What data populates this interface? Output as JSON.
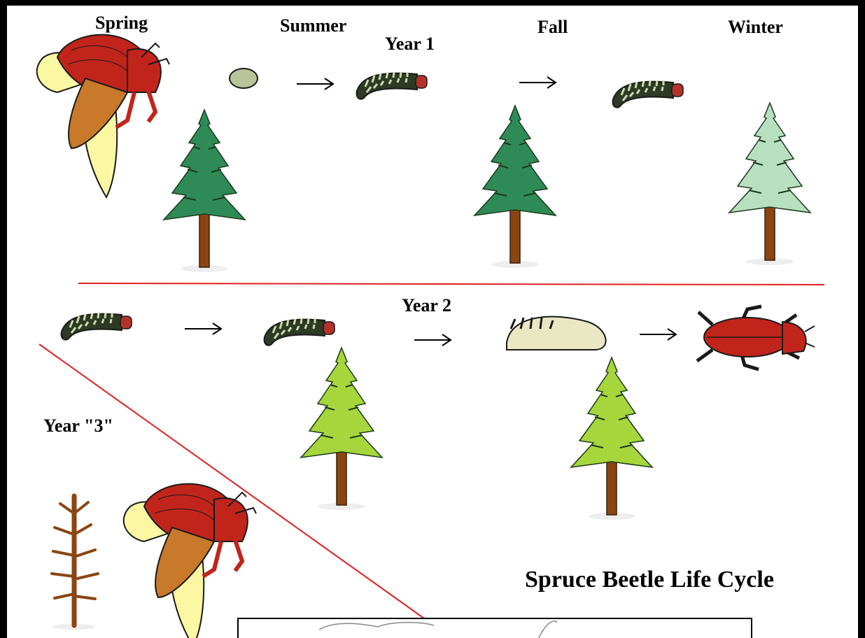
{
  "seasons": {
    "spring": "Spring",
    "summer": "Summer",
    "fall": "Fall",
    "winter": "Winter"
  },
  "years": {
    "year1": "Year 1",
    "year2": "Year 2",
    "year3": "Year \"3\""
  },
  "title": "Spruce Beetle Life Cycle",
  "colors": {
    "background": "#000000",
    "panel": "#ffffff",
    "divider": "#e02020",
    "beetle_red": "#c0241b",
    "wing_yellow": "#fbf7a3",
    "larva_dark": "#2e3a24",
    "larva_light": "#cfd9b0",
    "larva_head": "#b5322a",
    "tree_green": "#2e8b57",
    "tree_light_green": "#a6d63b",
    "trunk_brown": "#8b4513",
    "snow": "#ffffff"
  },
  "icons": {
    "arrow": "right-arrow-icon",
    "flying_beetle": "flying-beetle-icon",
    "crawling_beetle": "adult-beetle-icon",
    "egg": "egg-icon",
    "larva": "larva-icon",
    "pupa": "pupa-icon",
    "healthy_tree": "spruce-tree-icon",
    "infested_tree": "yellowing-spruce-tree-icon",
    "snowy_tree": "snowy-spruce-tree-icon",
    "dead_tree": "dead-tree-icon"
  }
}
